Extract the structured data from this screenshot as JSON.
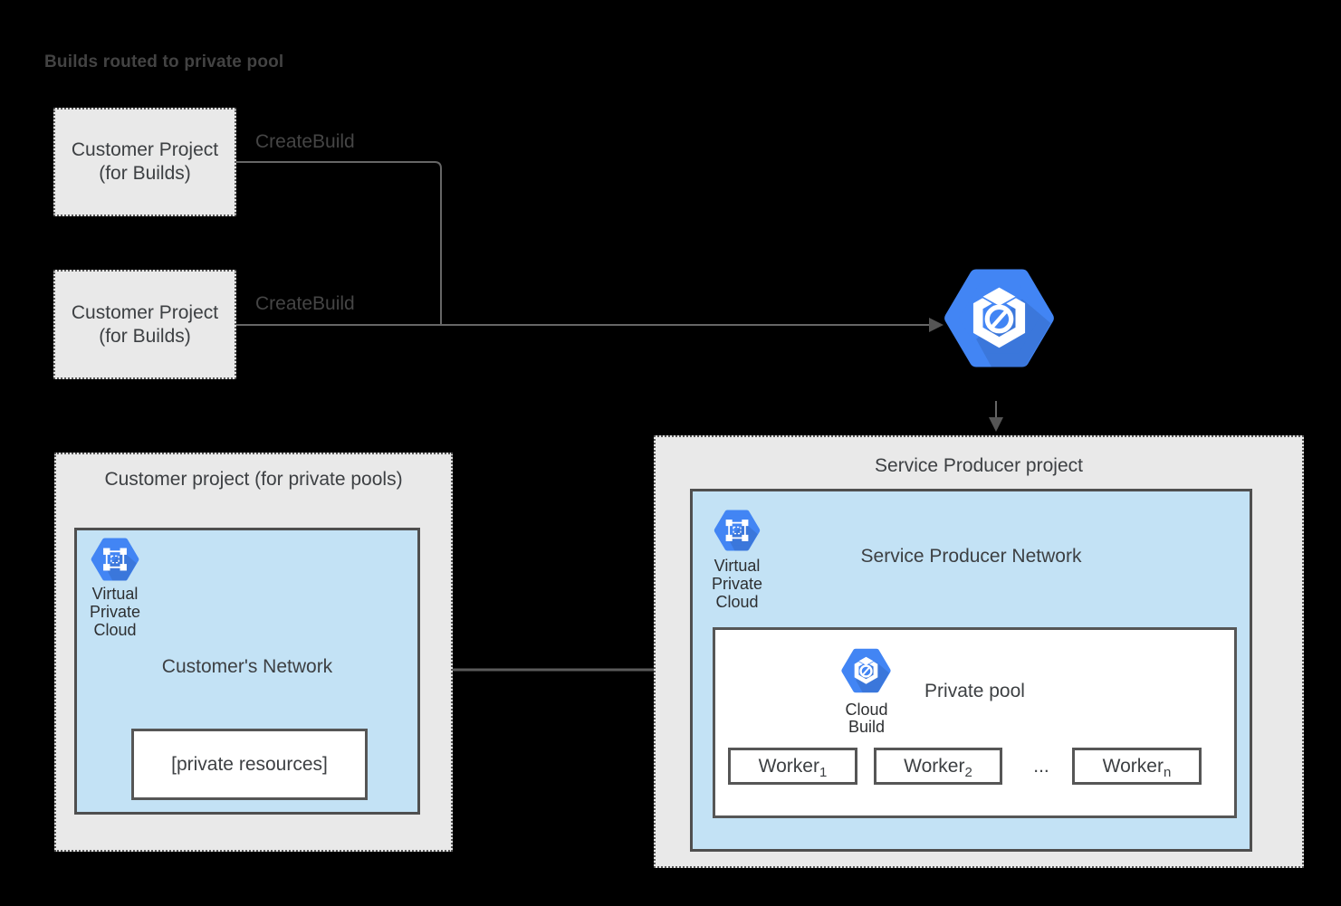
{
  "diagram_title": "Builds routed to private pool",
  "build_projects": [
    {
      "line1": "Customer Project",
      "line2": "(for Builds)",
      "connector_label": "CreateBuild"
    },
    {
      "line1": "Customer Project",
      "line2": "(for Builds)",
      "connector_label": "CreateBuild"
    }
  ],
  "cloud_build_router": {
    "icon": "cloud-build-icon"
  },
  "customer_pool_project": {
    "title": "Customer project (for private pools)",
    "network": {
      "label": "Customer's Network",
      "vpc": {
        "icon": "virtual-private-cloud-icon",
        "line1": "Virtual",
        "line2": "Private",
        "line3": "Cloud"
      },
      "private_resources": "[private resources]"
    }
  },
  "service_producer_project": {
    "title": "Service Producer project",
    "network": {
      "label": "Service Producer Network",
      "vpc": {
        "icon": "virtual-private-cloud-icon",
        "line1": "Virtual",
        "line2": "Private",
        "line3": "Cloud"
      },
      "private_pool": {
        "label": "Private pool",
        "cloud_build": {
          "icon": "cloud-build-icon",
          "line1": "Cloud",
          "line2": "Build"
        },
        "workers": [
          {
            "base": "Worker",
            "sub": "1"
          },
          {
            "base": "Worker",
            "sub": "2"
          },
          {
            "base": "Worker",
            "sub": "n"
          }
        ],
        "ellipsis": "..."
      }
    }
  },
  "colors": {
    "background": "#000000",
    "project_box_fill": "#e9e9e9",
    "network_fill": "#c3e2f5",
    "icon_blue": "#4285f4",
    "connector_gray": "#666666",
    "text_dark": "#3d4043"
  }
}
